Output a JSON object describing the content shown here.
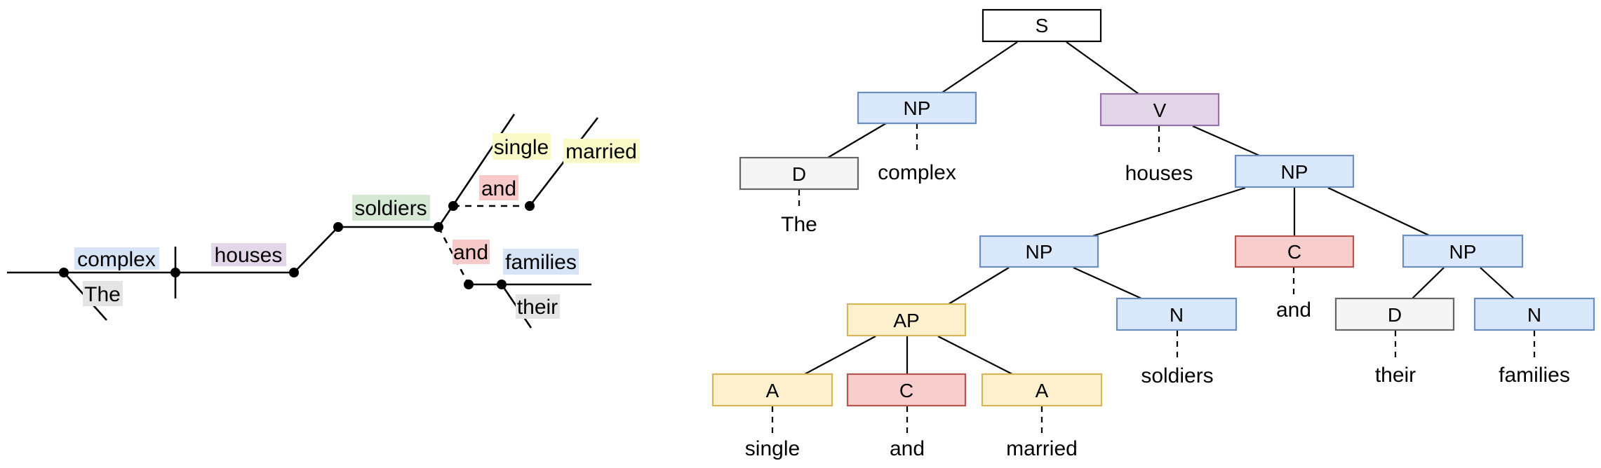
{
  "colors": {
    "line": "#000000",
    "hl_blue": "#d6e4f6",
    "hl_gray": "#e4e4e4",
    "hl_purple": "#e2d6e8",
    "hl_green": "#d5e8d4",
    "hl_yellow": "#fafac8",
    "hl_red": "#f8c9c9",
    "box_plain_fill": "#ffffff",
    "box_plain_stroke": "#000000",
    "box_blue_fill": "#dae8fc",
    "box_blue_stroke": "#6c8ebf",
    "box_purple_fill": "#e1d5e7",
    "box_purple_stroke": "#9673a6",
    "box_red_fill": "#f8cecc",
    "box_red_stroke": "#b85450",
    "box_yellow_fill": "#fdf0cd",
    "box_yellow_stroke": "#d6b656",
    "box_gray_fill": "#f5f5f5",
    "box_gray_stroke": "#666666"
  },
  "sentence_diagram": {
    "words": {
      "the": {
        "text": "The",
        "highlight": "gray"
      },
      "complex": {
        "text": "complex",
        "highlight": "blue"
      },
      "houses": {
        "text": "houses",
        "highlight": "purple"
      },
      "soldiers": {
        "text": "soldiers",
        "highlight": "green"
      },
      "single": {
        "text": "single",
        "highlight": "yellow"
      },
      "and_upper": {
        "text": "and",
        "highlight": "red"
      },
      "married": {
        "text": "married",
        "highlight": "yellow"
      },
      "and_lower": {
        "text": "and",
        "highlight": "red"
      },
      "their": {
        "text": "their",
        "highlight": "gray"
      },
      "families": {
        "text": "families",
        "highlight": "blue"
      }
    }
  },
  "tree": {
    "nodes": {
      "s": {
        "label": "S",
        "style": "plain"
      },
      "np_subj": {
        "label": "NP",
        "style": "blue"
      },
      "v": {
        "label": "V",
        "style": "purple"
      },
      "d_subj": {
        "label": "D",
        "style": "gray"
      },
      "np_obj": {
        "label": "NP",
        "style": "blue"
      },
      "np_mid": {
        "label": "NP",
        "style": "blue"
      },
      "c_obj": {
        "label": "C",
        "style": "red"
      },
      "np_right": {
        "label": "NP",
        "style": "blue"
      },
      "ap": {
        "label": "AP",
        "style": "yellow"
      },
      "n_mid": {
        "label": "N",
        "style": "blue"
      },
      "a1": {
        "label": "A",
        "style": "yellow"
      },
      "c_ap": {
        "label": "C",
        "style": "red"
      },
      "a2": {
        "label": "A",
        "style": "yellow"
      },
      "d_right": {
        "label": "D",
        "style": "gray"
      },
      "n_right": {
        "label": "N",
        "style": "blue"
      }
    },
    "leaves": {
      "the": "The",
      "complex": "complex",
      "houses": "houses",
      "soldiers": "soldiers",
      "and_obj": "and",
      "single": "single",
      "and_ap": "and",
      "married": "married",
      "their": "their",
      "families": "families"
    },
    "structure": {
      "s": [
        "np_subj",
        "v"
      ],
      "np_subj": [
        "d_subj",
        "complex"
      ],
      "v": [
        "houses",
        "np_obj"
      ],
      "np_obj": [
        "np_mid",
        "c_obj",
        "np_right"
      ],
      "np_mid": [
        "ap",
        "n_mid"
      ],
      "ap": [
        "a1",
        "c_ap",
        "a2"
      ],
      "np_right": [
        "d_right",
        "n_right"
      ],
      "d_subj": [
        "the"
      ],
      "c_obj": [
        "and_obj"
      ],
      "n_mid": [
        "soldiers"
      ],
      "a1": [
        "single"
      ],
      "c_ap": [
        "and_ap"
      ],
      "a2": [
        "married"
      ],
      "d_right": [
        "their"
      ],
      "n_right": [
        "families"
      ]
    }
  }
}
